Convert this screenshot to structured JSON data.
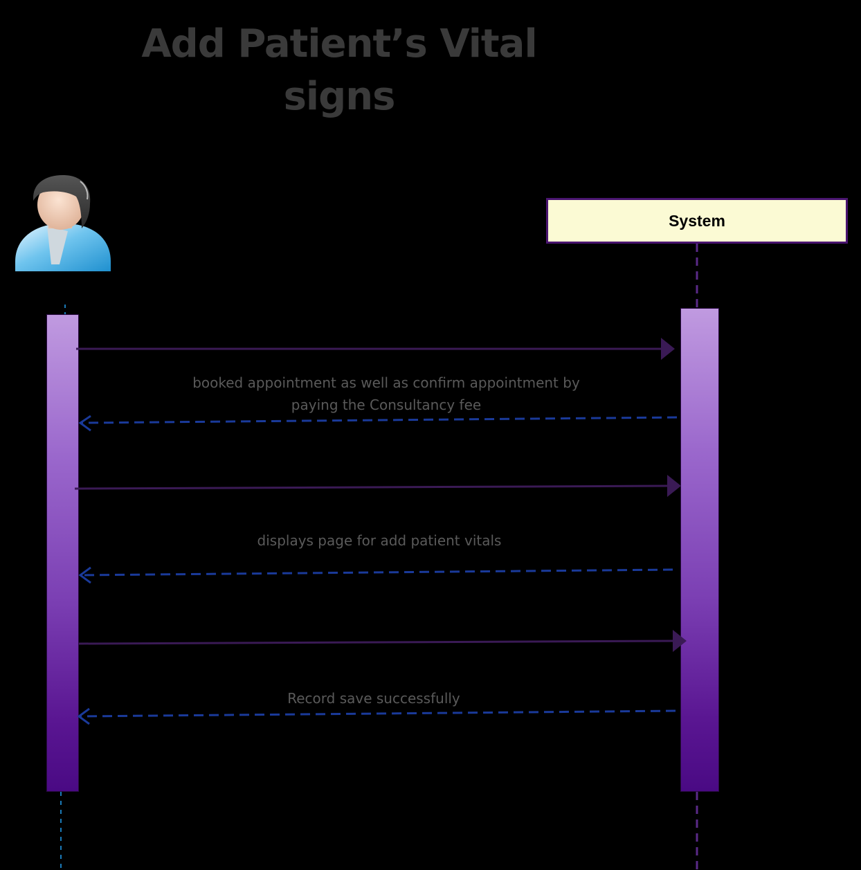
{
  "title": {
    "line1": "Add Patient’s Vital",
    "line2": "signs"
  },
  "lifelines": {
    "actor": {
      "icon": "user-avatar-icon"
    },
    "system": {
      "label": "System"
    }
  },
  "messages": [
    {
      "kind": "sync",
      "label": ""
    },
    {
      "kind": "return",
      "label_line1": "booked appointment as well as  confirm appointment by",
      "label_line2": "paying the Consultancy fee"
    },
    {
      "kind": "sync",
      "label": ""
    },
    {
      "kind": "return",
      "label": "displays page for add patient vitals"
    },
    {
      "kind": "sync",
      "label": ""
    },
    {
      "kind": "return",
      "label": "Record save successfully"
    }
  ],
  "colors": {
    "background": "#000000",
    "title": "#3a3a3a",
    "system_box_fill": "#fbfad4",
    "system_box_border": "#4a1570",
    "sync_arrow": "#3a1a55",
    "return_arrow": "#1a3a9a",
    "lifeline_actor": "#1a7ab8",
    "lifeline_system": "#5a2a88"
  }
}
